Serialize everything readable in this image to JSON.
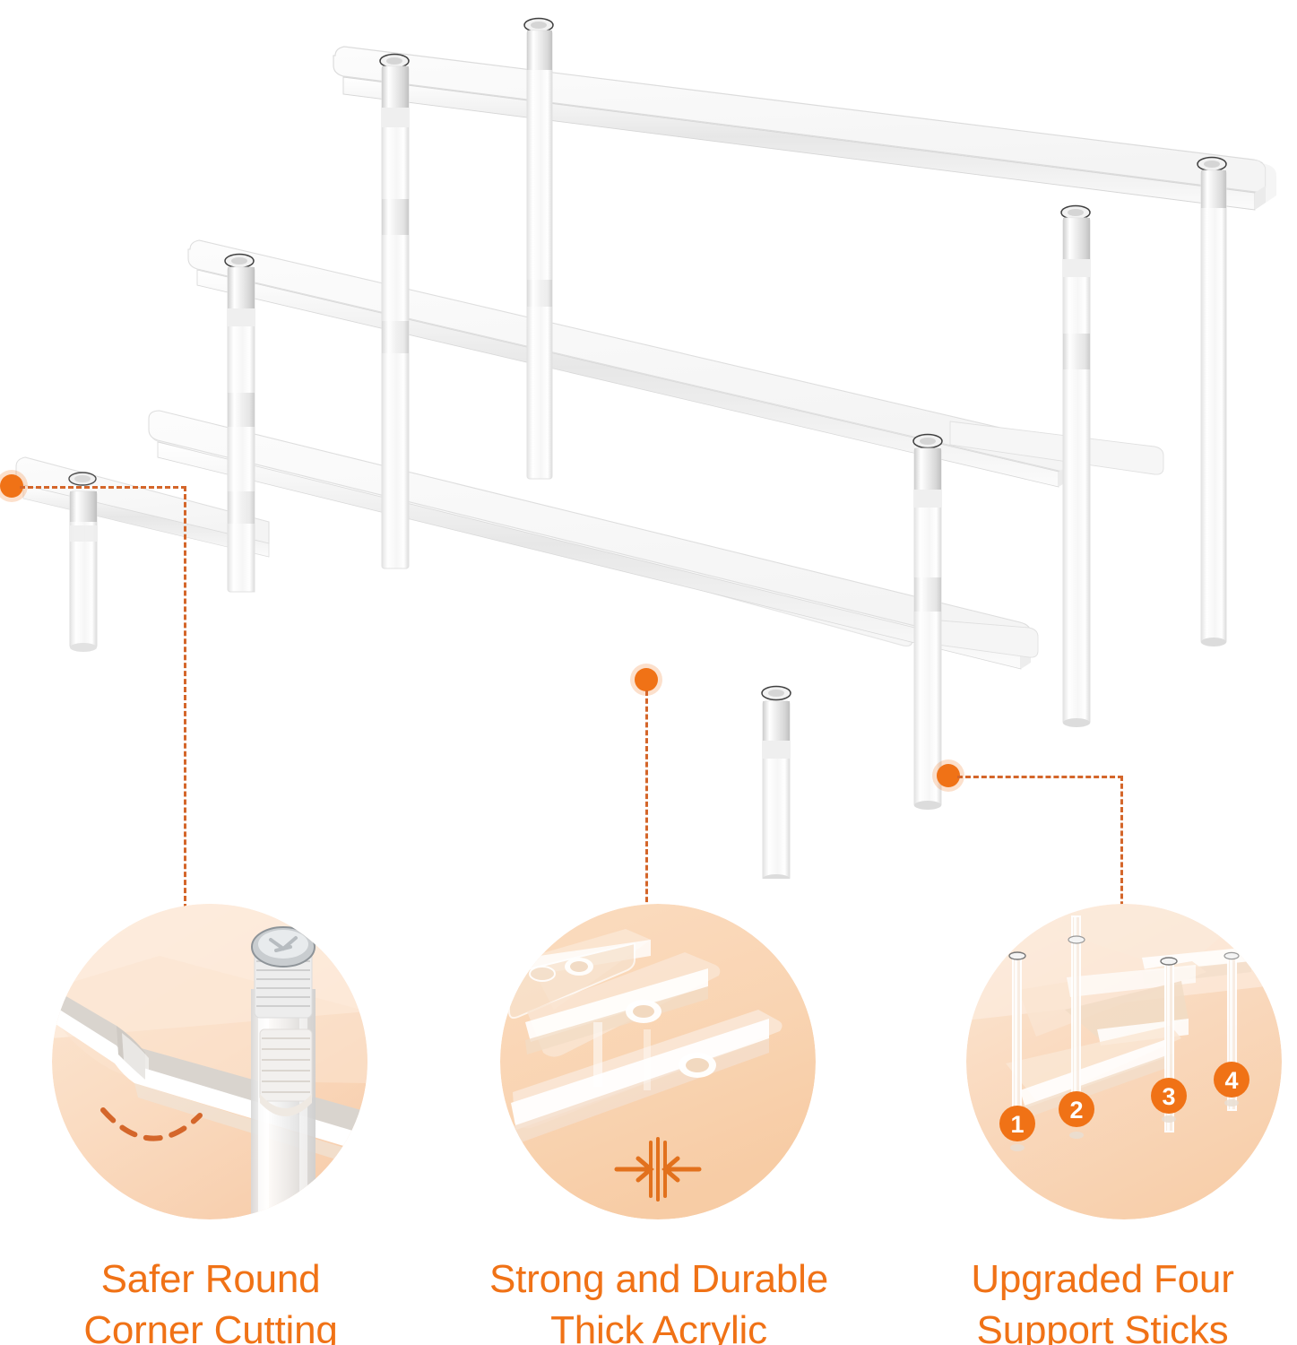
{
  "product": {
    "name": "3-tier clear acrylic display riser shelf",
    "material": "Clear acrylic",
    "tiers": 3,
    "support_sticks": 4,
    "colors": {
      "accent_orange": "#F07216",
      "dash_orange": "#D4662A",
      "circle_fill_light": "#FAE3CC",
      "circle_fill_mid": "#F7D3B3",
      "acrylic_edge": "#D8D8D8",
      "acrylic_face": "#F2F2F2",
      "background": "#FFFFFF"
    }
  },
  "features": [
    {
      "id": "round-corner",
      "caption": "Safer Round\nCorner Cutting",
      "badge_numbers": [],
      "annotation_icon": "dashed-arc-icon"
    },
    {
      "id": "thick-acrylic",
      "caption": "Strong and Durable\nThick Acrylic",
      "badge_numbers": [],
      "annotation_icon": "thickness-measure-icon"
    },
    {
      "id": "four-sticks",
      "caption": "Upgraded Four\nSupport Sticks",
      "badge_numbers": [
        "1",
        "2",
        "3",
        "4"
      ],
      "annotation_icon": "numbered-badges-icon"
    }
  ],
  "callouts": [
    {
      "id": "callout-round-corner",
      "target": "top-left shelf corner screw"
    },
    {
      "id": "callout-thickness",
      "target": "bottom shelf front edge"
    },
    {
      "id": "callout-support-sticks",
      "target": "rear support stick base"
    }
  ]
}
